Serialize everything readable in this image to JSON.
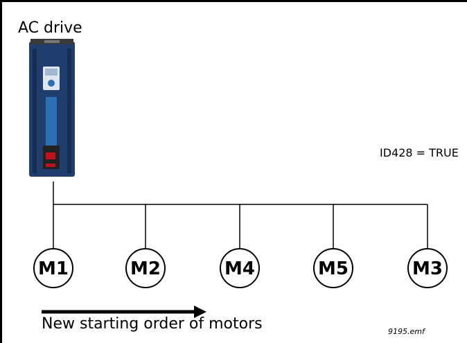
{
  "title": "AC drive",
  "parameter_text": "ID428 = TRUE",
  "motors": [
    "M1",
    "M2",
    "M4",
    "M5",
    "M3"
  ],
  "caption": "New starting order of motors",
  "filename": "9195.emf",
  "colors": {
    "line": "#000000",
    "drive_body": "#1f3e6e",
    "drive_accent": "#2b6fb5",
    "drive_terminal": "#c0121a"
  },
  "icons": {
    "drive": "ac-drive-unit-icon",
    "arrow": "right-arrow-icon"
  }
}
